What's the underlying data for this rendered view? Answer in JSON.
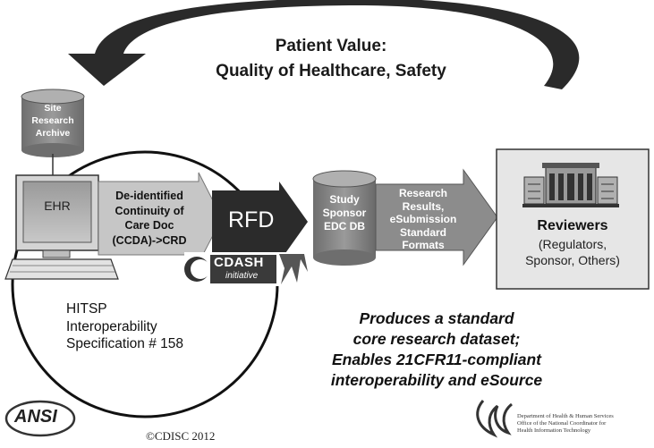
{
  "patient_value": {
    "line1": "Patient Value:",
    "line2": "Quality of Healthcare, Safety"
  },
  "site_archive": {
    "label": "Site\nResearch\nArchive"
  },
  "ehr": {
    "label": "EHR"
  },
  "ccd_arrow": {
    "label": "De-identified\nContinuity of\nCare Doc\n(CCDA)->CRD"
  },
  "rfd": {
    "label": "RFD"
  },
  "cdash": {
    "label": "CDASH",
    "sub": "initiative"
  },
  "hitsp": {
    "label": "HITSP\nInteroperability\nSpecification # 158"
  },
  "edc_db": {
    "label": "Study\nSponsor\nEDC DB"
  },
  "research_arrow": {
    "label": "Research\nResults,\neSubmission\nStandard\nFormats"
  },
  "reviewers": {
    "title": "Reviewers",
    "sub": "(Regulators,\nSponsor, Others)"
  },
  "statement": {
    "text": "Produces a standard\ncore research dataset;\nEnables 21CFR11-compliant\ninteroperability and eSource"
  },
  "footer": {
    "ansi": "ANSI",
    "copyright": "©CDISC 2012",
    "hhs_line1": "Department of Health & Human Services",
    "hhs_line2": "Office of the National Coordinator for",
    "hhs_line3": "Health Information Technology"
  },
  "colors": {
    "dark_arrow": "#2a2a2a",
    "cylinder": "#8a8a8a",
    "gray_arrow": "#8c8c8c",
    "light_arrow": "#c6c6c6",
    "reviewers_box": "#e6e6e6"
  }
}
